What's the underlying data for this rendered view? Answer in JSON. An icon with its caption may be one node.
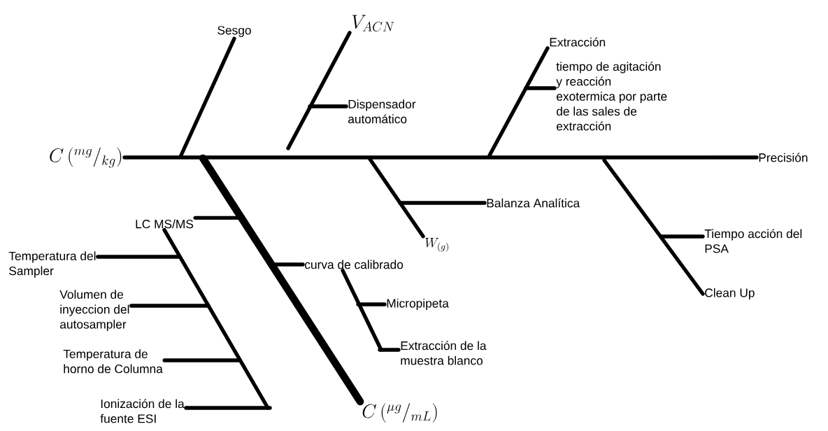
{
  "diagram": {
    "nodes": [
      {
        "text": [
          "C\\left({}^{mg}/{}_{kg}\\right)"
        ]
      },
      {
        "text": [
          "Sesgo"
        ]
      },
      {
        "text": [
          "V_{ACN}"
        ]
      },
      {
        "text": [
          "Dispensador automático"
        ]
      },
      {
        "text": [
          "Extracción"
        ]
      },
      {
        "text": [
          "tiempo de agitación y reacción exotermica por parte de las sales de extracción"
        ]
      },
      {
        "text": [
          "Precisión"
        ]
      },
      {
        "text": [
          "Balanza Analítica"
        ]
      },
      {
        "text": [
          "W_{(g)}"
        ]
      },
      {
        "text": [
          "Tiempo acción del PSA"
        ]
      },
      {
        "text": [
          "Clean Up"
        ]
      },
      {
        "text": [
          "LC MS/MS"
        ]
      },
      {
        "text": [
          "curva de calibrado"
        ]
      },
      {
        "text": [
          "Temperatura del Sampler"
        ]
      },
      {
        "text": [
          "Volumen de inyeccion del autosampler"
        ]
      },
      {
        "text": [
          "Temperatura de horno de Columna"
        ]
      },
      {
        "text": [
          "Ionización de la fuente ESI"
        ]
      },
      {
        "text": [
          "Micropipeta"
        ]
      },
      {
        "text": [
          "Extracción de la muestra blanco"
        ]
      },
      {
        "text": [
          "C\\left({}^{\\mu g}/{}_{mL}\\right)"
        ]
      }
    ],
    "edges": [
      {
        "from": 0,
        "to": 6,
        "arrow": "none"
      },
      {
        "from": 1,
        "to": null,
        "arrow": "none"
      },
      {
        "from": 2,
        "to": null,
        "arrow": "none"
      },
      {
        "from": 3,
        "to": null,
        "arrow": "none"
      },
      {
        "from": 4,
        "to": null,
        "arrow": "none"
      },
      {
        "from": 5,
        "to": null,
        "arrow": "none"
      },
      {
        "from": 7,
        "to": null,
        "arrow": "none"
      },
      {
        "from": 8,
        "to": null,
        "arrow": "none"
      },
      {
        "from": 9,
        "to": null,
        "arrow": "none"
      },
      {
        "from": 10,
        "to": null,
        "arrow": "none"
      },
      {
        "from": 19,
        "to": null,
        "arrow": "none",
        "style": "thick"
      },
      {
        "from": 11,
        "to": null,
        "arrow": "none"
      },
      {
        "from": 11,
        "to": null,
        "arrow": "none"
      },
      {
        "from": 13,
        "to": null,
        "arrow": "none"
      },
      {
        "from": 14,
        "to": null,
        "arrow": "none"
      },
      {
        "from": 15,
        "to": null,
        "arrow": "none"
      },
      {
        "from": 16,
        "to": null,
        "arrow": "none"
      },
      {
        "from": 12,
        "to": null,
        "arrow": "none"
      },
      {
        "from": 12,
        "to": null,
        "arrow": "none"
      },
      {
        "from": 17,
        "to": null,
        "arrow": "none"
      },
      {
        "from": 18,
        "to": null,
        "arrow": "none"
      }
    ]
  }
}
